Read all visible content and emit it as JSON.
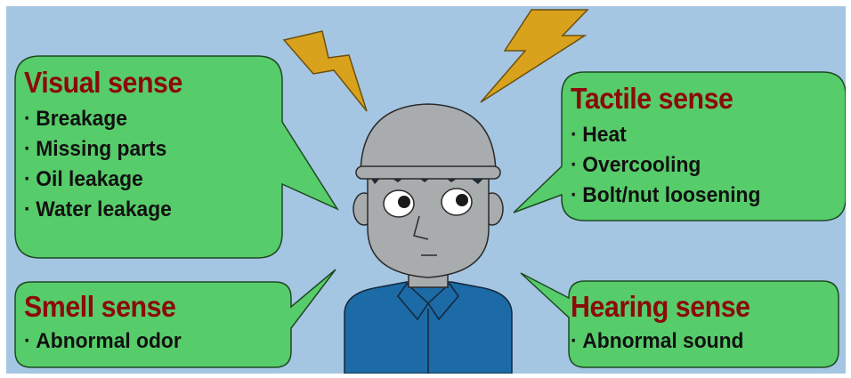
{
  "colors": {
    "background": "#a4c6e2",
    "bubble_fill": "#57cc6a",
    "title_text": "#8b0a0a",
    "body_text": "#111111",
    "lightning": "#d9a21c",
    "helmet": "#a8acae",
    "face": "#a9acad",
    "shirt": "#1c6aa6",
    "hair": "#1f2a38"
  },
  "icons": [
    "lightning-bolt-icon",
    "worker-with-helmet-icon"
  ],
  "senses": {
    "visual": {
      "title": "Visual sense",
      "items": [
        "Breakage",
        "Missing parts",
        "Oil leakage",
        "Water leakage"
      ]
    },
    "tactile": {
      "title": "Tactile sense",
      "items": [
        "Heat",
        "Overcooling",
        "Bolt/nut loosening"
      ]
    },
    "smell": {
      "title": "Smell sense",
      "items": [
        "Abnormal odor"
      ]
    },
    "hearing": {
      "title": "Hearing sense",
      "items": [
        "Abnormal sound"
      ]
    }
  }
}
